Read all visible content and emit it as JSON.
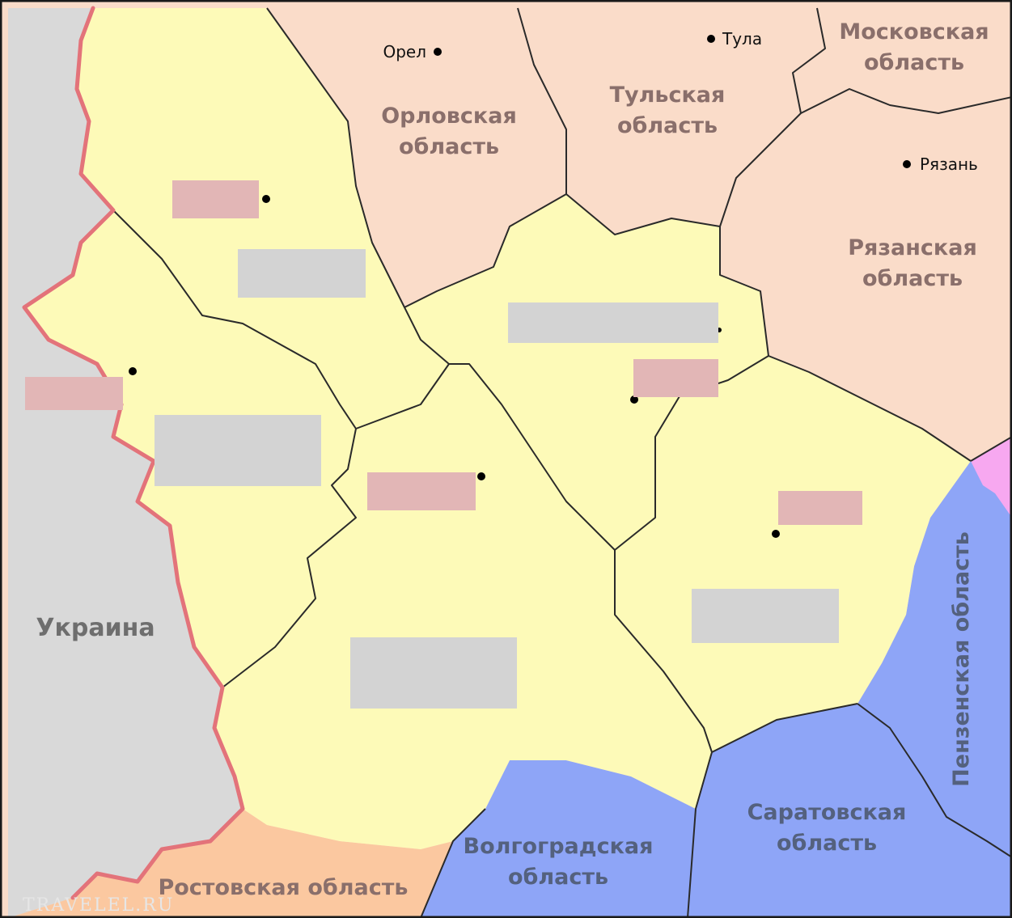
{
  "country": {
    "ukraine": "Украина"
  },
  "regions": {
    "orel": "Орловская\nобласть",
    "tula": "Тульская\nобласть",
    "moscow": "Московская\nобласть",
    "ryazan": "Рязанская\nобласть",
    "penza": "Пензенская область",
    "saratov": "Саратовская\nобласть",
    "volgograd": "Волгоградская\nобласть",
    "rostov": "Ростовская область"
  },
  "cities": {
    "orel": "Орел",
    "tula": "Тула",
    "ryazan": "Рязань"
  },
  "watermark": "TRAVELEL.RU",
  "colors": {
    "study_regions": "#fdfab8",
    "neighbor_regions": "#fadcc9",
    "foreign": "#d9d9d9",
    "water_blue_regions": "#8ea5f7",
    "rostov": "#fbc8a0",
    "international_border": "#e3737a",
    "hidden_region_label": "#d3d3d3",
    "hidden_city_label": "#e2b6b6",
    "magenta_region": "#f7a8f0"
  }
}
